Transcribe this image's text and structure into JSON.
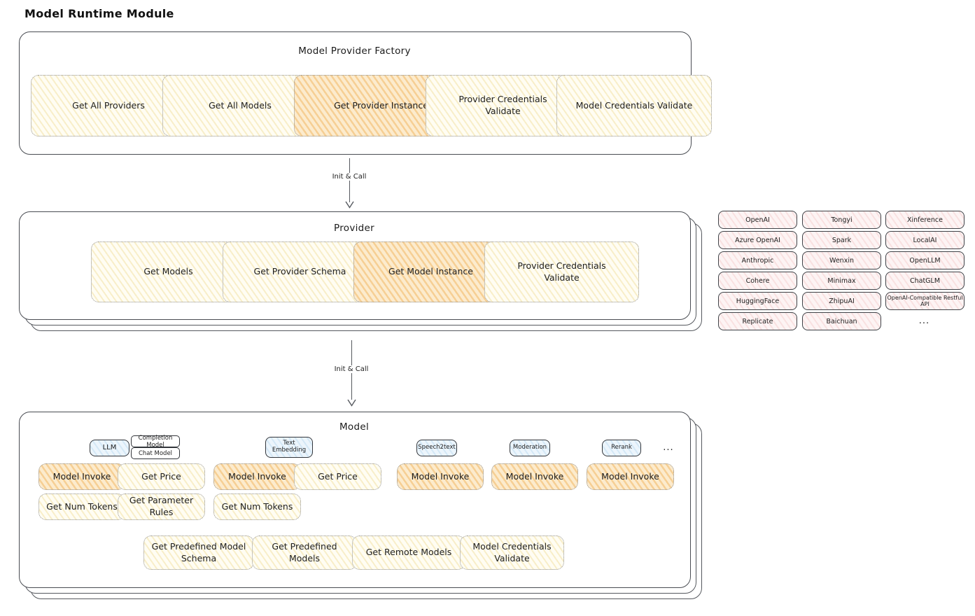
{
  "title": "Model Runtime Module",
  "connector1": {
    "label": "Init & Call"
  },
  "connector2": {
    "label": "Init & Call"
  },
  "factory": {
    "title": "Model Provider Factory",
    "items": [
      {
        "label": "Get All Providers"
      },
      {
        "label": "Get All Models"
      },
      {
        "label": "Get Provider Instance"
      },
      {
        "label": "Provider Credentials Validate"
      },
      {
        "label": "Model Credentials Validate"
      }
    ]
  },
  "provider": {
    "title": "Provider",
    "items": [
      {
        "label": "Get Models"
      },
      {
        "label": "Get Provider Schema"
      },
      {
        "label": "Get Model Instance"
      },
      {
        "label": "Provider Credentials Validate"
      }
    ]
  },
  "provider_list": {
    "items": [
      "OpenAI",
      "Tongyi",
      "Xinference",
      "Azure OpenAI",
      "Spark",
      "LocalAI",
      "Anthropic",
      "Wenxin",
      "OpenLLM",
      "Cohere",
      "Minimax",
      "ChatGLM",
      "HuggingFace",
      "ZhipuAI",
      "OpenAI-Compatible Restful API",
      "Replicate",
      "Baichuan"
    ],
    "ellipsis": "..."
  },
  "model": {
    "title": "Model",
    "tabs": {
      "llm": "LLM",
      "completion": "Completion Model",
      "chat": "Chat Model",
      "text_embedding": "Text Embedding",
      "speech2text": "Speech2text",
      "moderation": "Moderation",
      "rerank": "Rerank",
      "ellipsis": "..."
    },
    "functions": {
      "llm_invoke": "Model Invoke",
      "llm_price": "Get Price",
      "llm_tokens": "Get Num Tokens",
      "llm_params": "Get Parameter Rules",
      "embed_invoke": "Model Invoke",
      "embed_price": "Get Price",
      "embed_tokens": "Get Num Tokens",
      "speech_invoke": "Model Invoke",
      "moderation_invoke": "Model Invoke",
      "rerank_invoke": "Model Invoke"
    },
    "bottom": [
      "Get Predefined Model Schema",
      "Get Predefined Models",
      "Get Remote Models",
      "Model Credentials Validate"
    ]
  },
  "colors": {
    "cream_fill": "#fffdf3",
    "cream_hatch": "#f8eec9",
    "orange_fill": "#fcebcd",
    "orange_hatch": "#f6cf94",
    "pink_fill": "#fdf4f4",
    "pink_hatch": "#f9e1e1",
    "blue_fill": "#ecf5fc",
    "blue_hatch": "#d4e8f6",
    "border_dark": "#494c52"
  }
}
